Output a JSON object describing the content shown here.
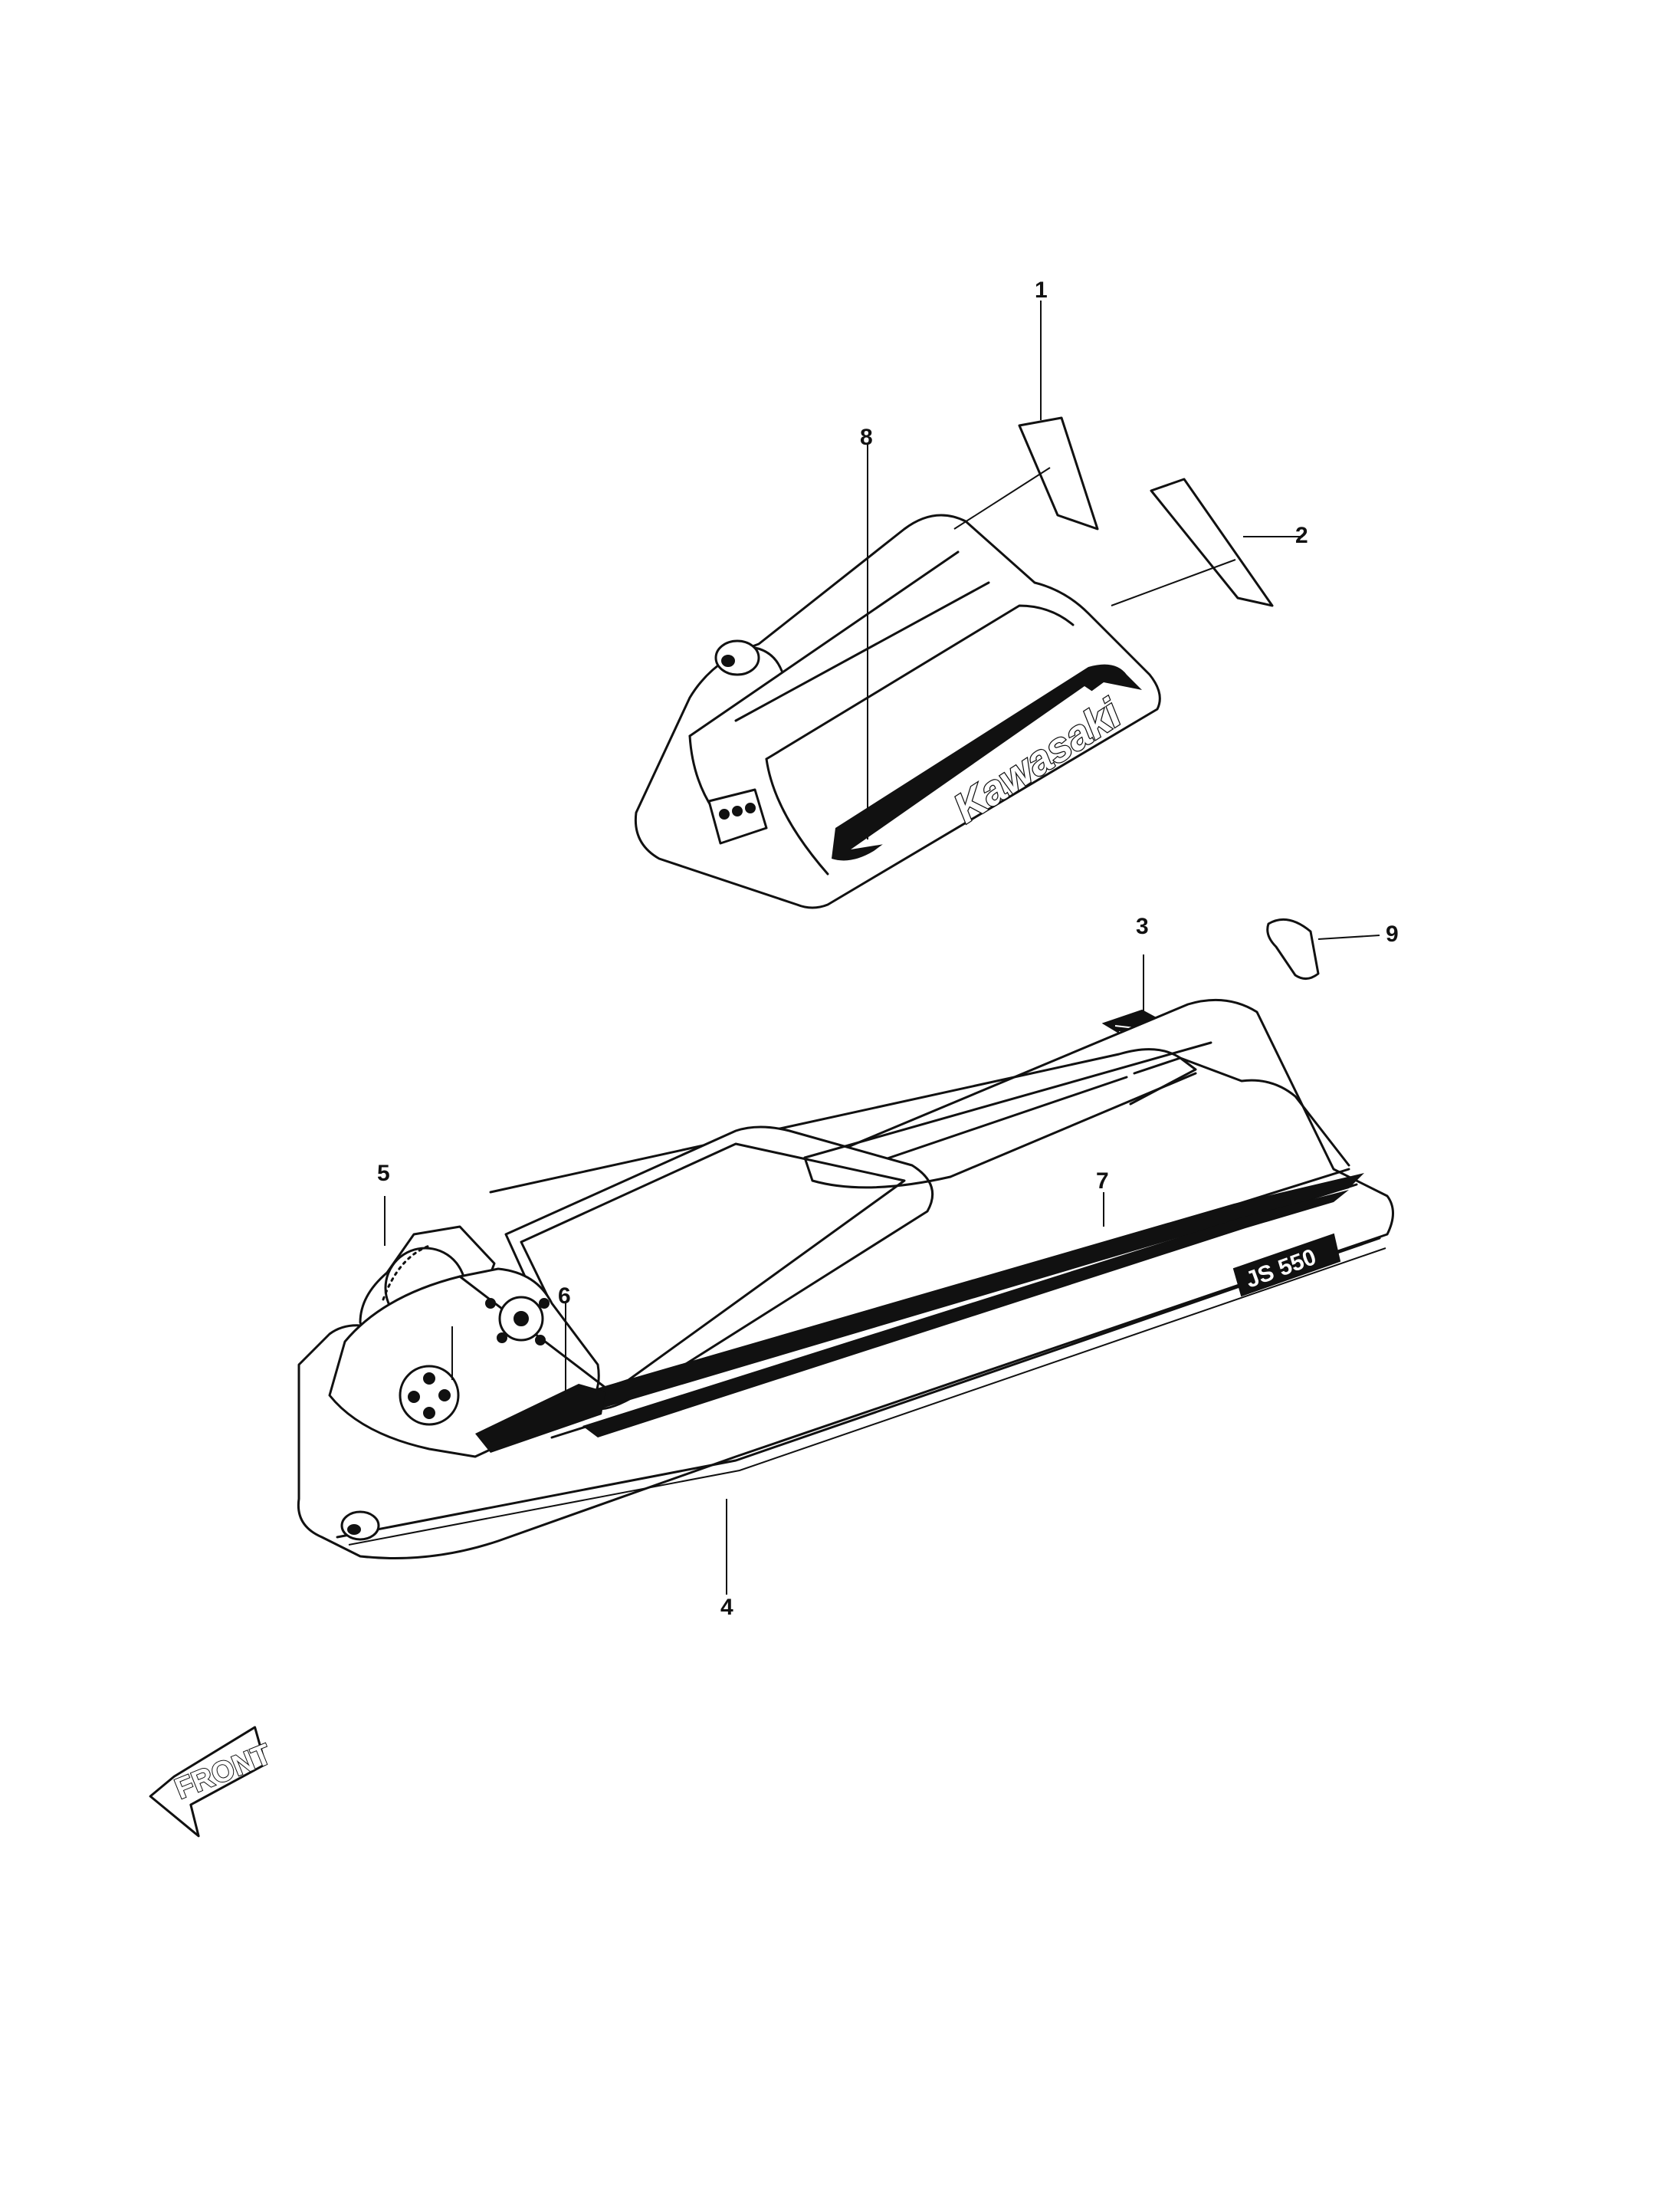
{
  "diagram": {
    "callouts": {
      "c1": "1",
      "c2": "2",
      "c3": "3",
      "c4": "4",
      "c5": "5",
      "c6": "6",
      "c7": "7",
      "c8": "8",
      "c9": "9"
    },
    "brand_text": "Kawasaki",
    "model_text": "JS 550",
    "direction_text": "FRONT",
    "colors": {
      "ink": "#111111",
      "paper": "#ffffff"
    }
  }
}
